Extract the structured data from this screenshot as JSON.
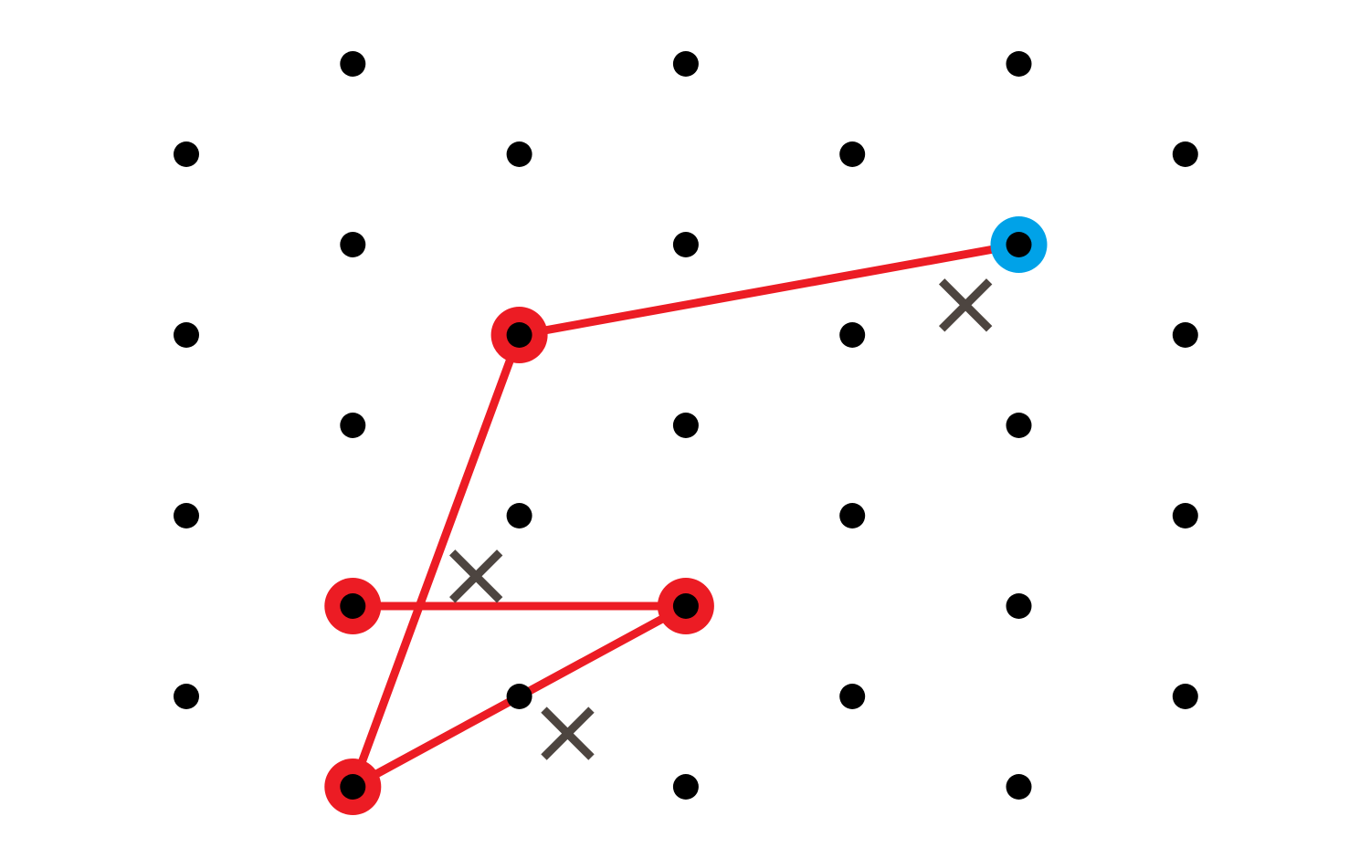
{
  "colors": {
    "background": "#ffffff",
    "grid_dot": "#000000",
    "path": "#ec1c24",
    "start_node": "#00a2e8",
    "cross_mark": "#4d4540"
  },
  "lattice": {
    "rows": [
      {
        "row": 0,
        "cols": [
          1,
          3,
          5
        ]
      },
      {
        "row": 1,
        "cols": [
          0,
          2,
          4,
          6
        ]
      },
      {
        "row": 2,
        "cols": [
          1,
          3,
          5
        ]
      },
      {
        "row": 3,
        "cols": [
          0,
          2,
          4,
          6
        ]
      },
      {
        "row": 4,
        "cols": [
          1,
          3,
          5
        ]
      },
      {
        "row": 5,
        "cols": [
          0,
          2,
          4,
          6
        ]
      },
      {
        "row": 6,
        "cols": [
          1,
          3,
          5
        ]
      },
      {
        "row": 7,
        "cols": [
          0,
          2,
          4,
          6
        ]
      },
      {
        "row": 8,
        "cols": [
          1,
          3,
          5
        ]
      }
    ]
  },
  "path": {
    "start": {
      "col": 5,
      "row": 2
    },
    "nodes": [
      {
        "col": 5,
        "row": 2
      },
      {
        "col": 2,
        "row": 3
      },
      {
        "col": 1,
        "row": 8
      },
      {
        "col": 3,
        "row": 6
      },
      {
        "col": 1,
        "row": 6
      }
    ]
  },
  "cross_marks": [
    {
      "col": 4.68,
      "row": 2.67
    },
    {
      "col": 1.74,
      "row": 5.67
    },
    {
      "col": 2.29,
      "row": 7.41
    }
  ],
  "icons": {
    "cross_mark": "close-x-icon",
    "start_node": "start-marker",
    "path_node": "path-node-marker"
  }
}
